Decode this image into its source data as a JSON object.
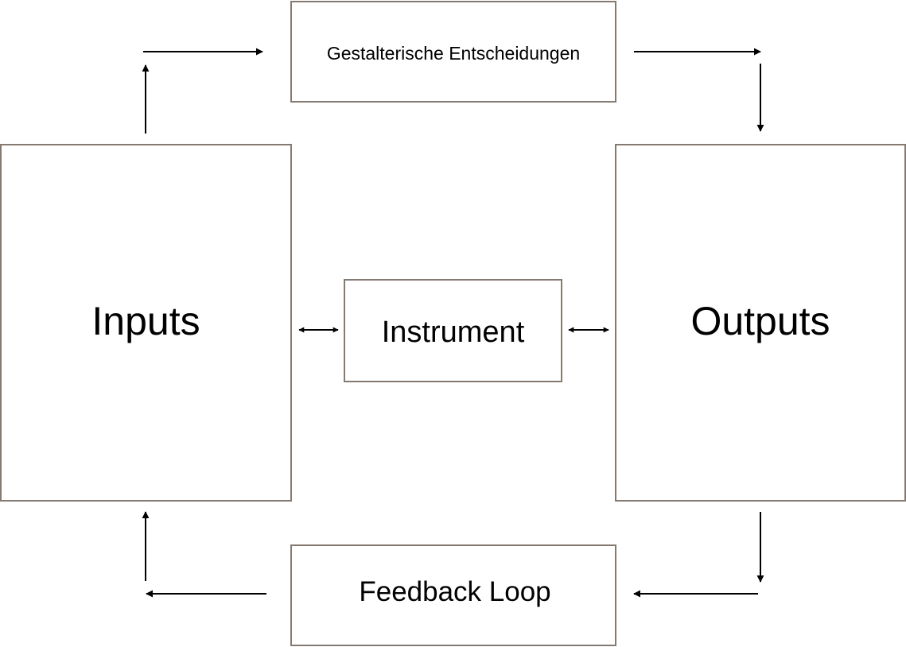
{
  "nodes": {
    "design_decisions": "Gestalterische Entscheidungen",
    "inputs": "Inputs",
    "outputs": "Outputs",
    "instrument": "Instrument",
    "feedback_loop": "Feedback Loop"
  },
  "colors": {
    "box_border": "#857a72",
    "arrow": "#000000",
    "text": "#000000",
    "background": "#ffffff"
  }
}
